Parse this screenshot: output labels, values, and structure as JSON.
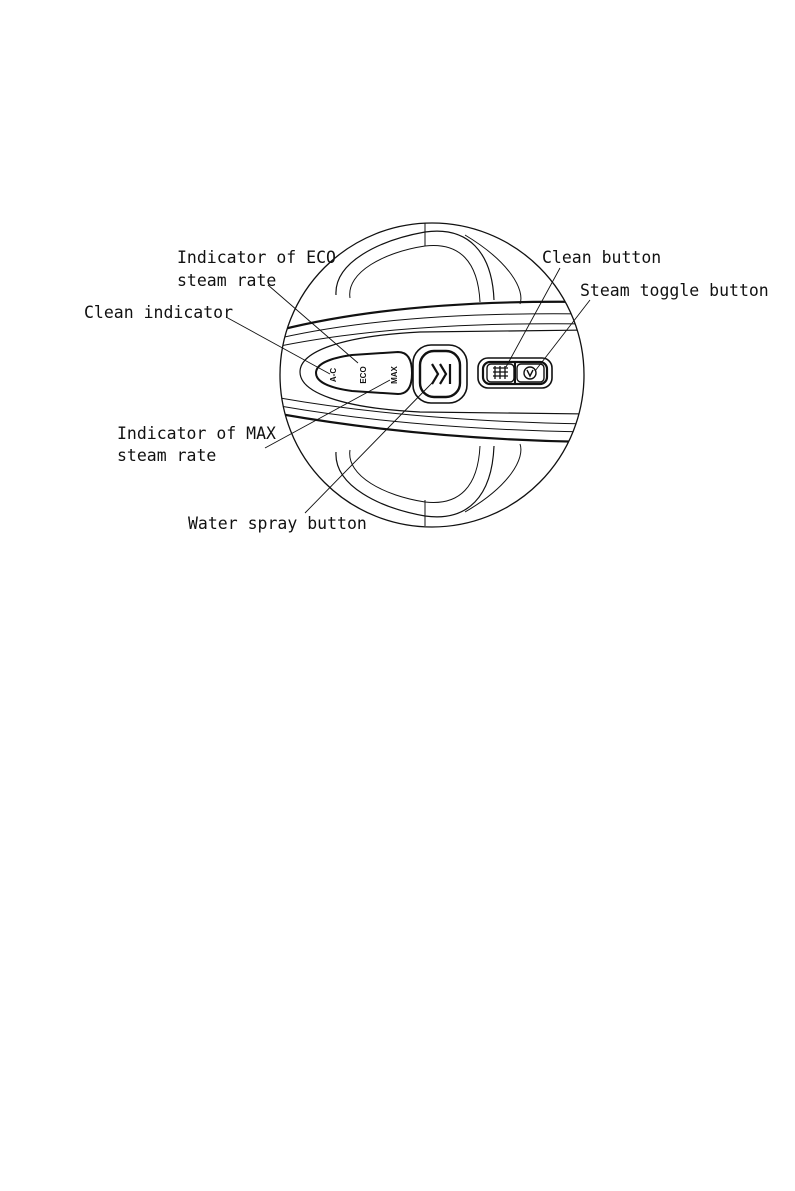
{
  "callouts": {
    "eco_line1": "Indicator of ECO",
    "eco_line2": "steam rate",
    "clean_indicator": "Clean indicator",
    "max_line1": "Indicator of MAX",
    "max_line2": "steam rate",
    "water_spray": "Water spray button",
    "clean_button": "Clean button",
    "steam_toggle": "Steam toggle button"
  },
  "panel": {
    "indicator_ac": "A-C",
    "indicator_eco": "ECO",
    "indicator_max": "MAX"
  },
  "icons": [
    "water-spray-icon",
    "clean-icon",
    "steam-icon"
  ],
  "colors": {
    "ink": "#111111",
    "background": "#ffffff"
  }
}
